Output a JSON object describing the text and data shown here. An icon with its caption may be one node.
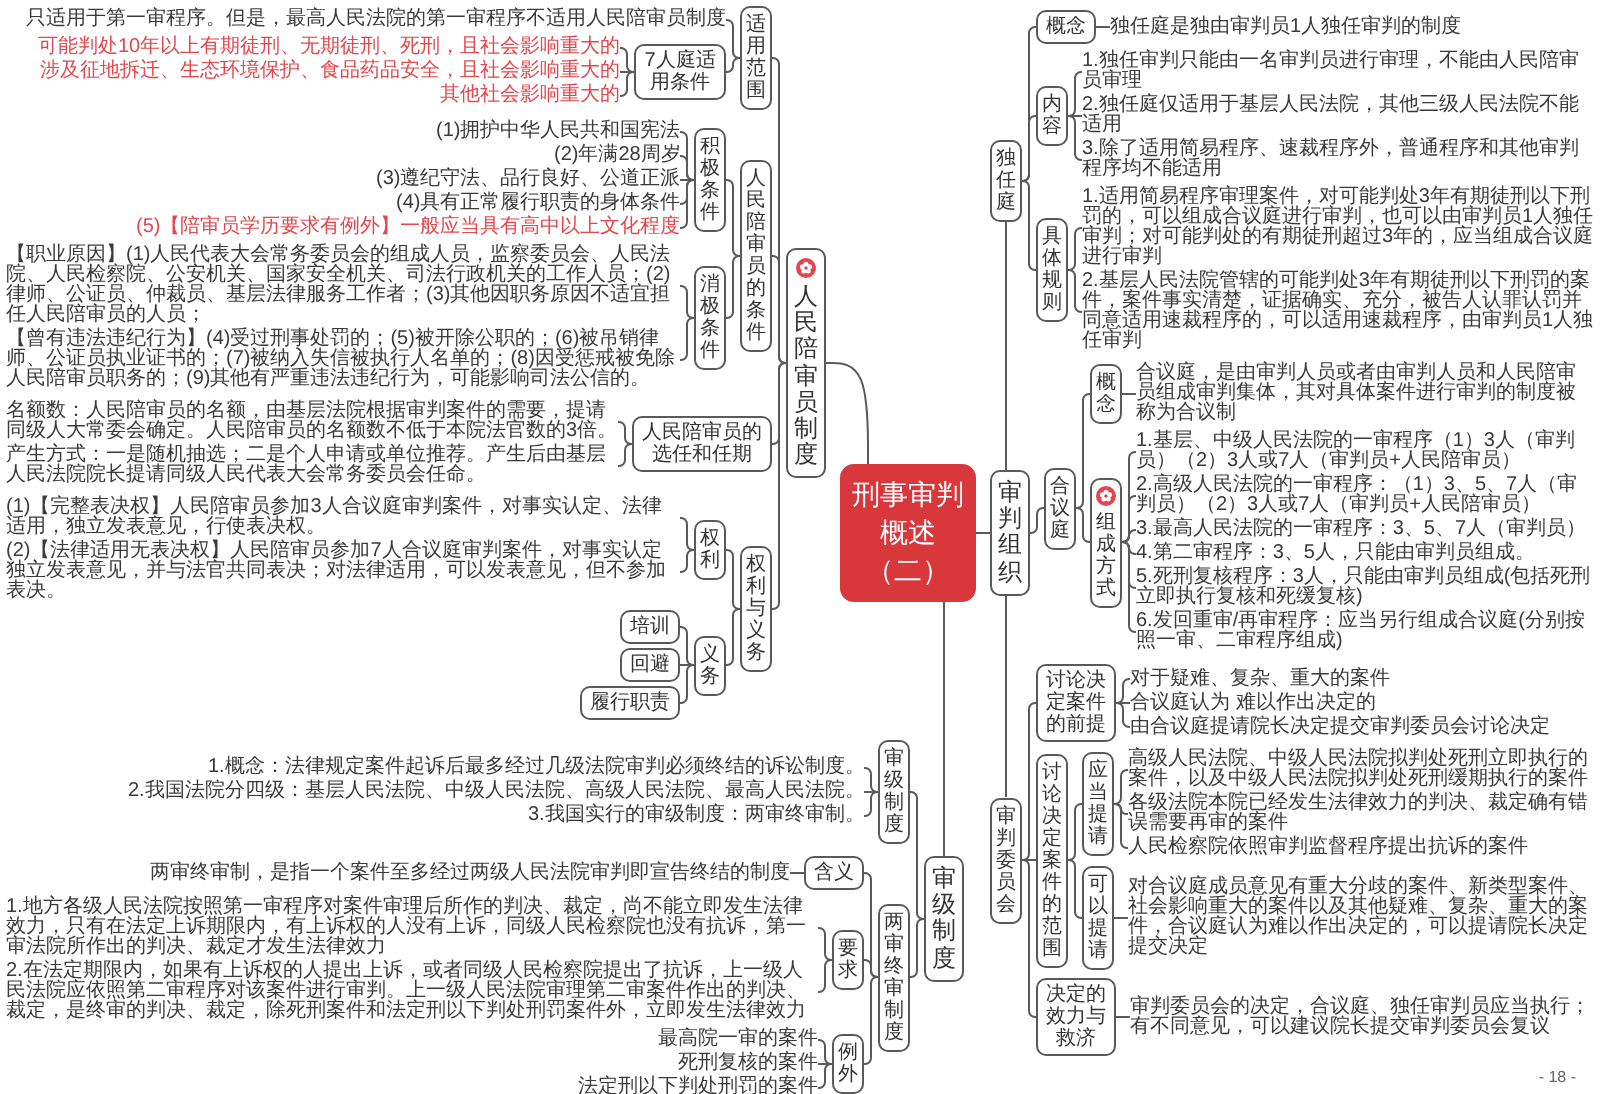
{
  "diagram": {
    "nodes": [
      {
        "text": [
          "刑事审判概述（二）"
        ]
      },
      {
        "text": [
          "人民陪审员制度"
        ]
      },
      {
        "text": [
          "适用范围"
        ]
      },
      {
        "text": [
          "只适用于第一审程序。但是，最高人民法院的第一审程序不适用人民陪审员制度"
        ]
      },
      {
        "text": [
          "7人庭适用条件"
        ]
      },
      {
        "text": [
          "可能判处10年以上有期徒刑、无期徒刑、死刑，且社会影响重大的"
        ]
      },
      {
        "text": [
          "涉及征地拆迁、生态环境保护、食品药品安全，且社会影响重大的"
        ]
      },
      {
        "text": [
          "其他社会影响重大的"
        ]
      },
      {
        "text": [
          "人民陪审员的条件"
        ]
      },
      {
        "text": [
          "积极条件"
        ]
      },
      {
        "text": [
          "(1)拥护中华人民共和国宪法"
        ]
      },
      {
        "text": [
          "(2)年满28周岁"
        ]
      },
      {
        "text": [
          "(3)遵纪守法、品行良好、公道正派"
        ]
      },
      {
        "text": [
          "(4)具有正常履行职责的身体条件"
        ]
      },
      {
        "text": [
          "(5)【陪审员学历要求有例外】一般应当具有高中以上文化程度"
        ]
      },
      {
        "text": [
          "消极条件"
        ]
      },
      {
        "text": [
          "【职业原因】(1)人民代表大会常务委员会的组成人员，监察委员会、人民法院、人民检察院、公安机关、国家安全机关、司法行政机关的工作人员；(2)律师、公证员、仲裁员、基层法律服务工作者；(3)其他因职务原因不适宜担任人民陪审员的人员；"
        ]
      },
      {
        "text": [
          "【曾有违法违纪行为】(4)受过刑事处罚的；(5)被开除公职的；(6)被吊销律师、公证员执业证书的；(7)被纳入失信被执行人名单的；(8)因受惩戒被免除人民陪审员职务的；(9)其他有严重违法违纪行为，可能影响司法公信的。"
        ]
      },
      {
        "text": [
          "人民陪审员的选任和任期"
        ]
      },
      {
        "text": [
          "名额数：人民陪审员的名额，由基层法院根据审判案件的需要，提请同级人大常委会确定。人民陪审员的名额数不低于本院法官数的3倍。"
        ]
      },
      {
        "text": [
          "产生方式：一是随机抽选；二是个人申请或单位推荐。产生后由基层人民法院院长提请同级人民代表大会常务委员会任命。"
        ]
      },
      {
        "text": [
          "权利与义务"
        ]
      },
      {
        "text": [
          "权利"
        ]
      },
      {
        "text": [
          "(1)【完整表决权】人民陪审员参加3人合议庭审判案件，对事实认定、法律适用，独立发表意见，行使表决权。"
        ]
      },
      {
        "text": [
          "(2)【法律适用无表决权】人民陪审员参加7人合议庭审判案件，对事实认定独立发表意见，并与法官共同表决；对法律适用，可以发表意见，但不参加表决。"
        ]
      },
      {
        "text": [
          "义务"
        ]
      },
      {
        "text": [
          "培训"
        ]
      },
      {
        "text": [
          "回避"
        ]
      },
      {
        "text": [
          "履行职责"
        ]
      },
      {
        "text": [
          "审级制度"
        ]
      },
      {
        "text": [
          "审级制度"
        ]
      },
      {
        "text": [
          "1.概念：法律规定案件起诉后最多经过几级法院审判必须终结的诉讼制度。"
        ]
      },
      {
        "text": [
          "2.我国法院分四级：基层人民法院、中级人民法院、高级人民法院、最高人民法院。"
        ]
      },
      {
        "text": [
          "3.我国实行的审级制度：两审终审制。"
        ]
      },
      {
        "text": [
          "两审终审制度"
        ]
      },
      {
        "text": [
          "含义"
        ]
      },
      {
        "text": [
          "两审终审制，是指一个案件至多经过两级人民法院审判即宣告终结的制度"
        ]
      },
      {
        "text": [
          "要求"
        ]
      },
      {
        "text": [
          "1.地方各级人民法院按照第一审程序对案件审理后所作的判决、裁定，尚不能立即发生法律效力，只有在法定上诉期限内，有上诉权的人没有上诉，同级人民检察院也没有抗诉，第一审法院所作出的判决、裁定才发生法律效力"
        ]
      },
      {
        "text": [
          "2.在法定期限内，如果有上诉权的人提出上诉，或者同级人民检察院提出了抗诉，上一级人民法院应依照第二审程序对该案件进行审判。上一级人民法院审理第二审案件作出的判决、裁定，是终审的判决、裁定，除死刑案件和法定刑以下判处刑罚案件外，立即发生法律效力"
        ]
      },
      {
        "text": [
          "例外"
        ]
      },
      {
        "text": [
          "最高院一审的案件"
        ]
      },
      {
        "text": [
          "死刑复核的案件"
        ]
      },
      {
        "text": [
          "法定刑以下判处刑罚的案件"
        ]
      },
      {
        "text": [
          "审判组织"
        ]
      },
      {
        "text": [
          "独任庭"
        ]
      },
      {
        "text": [
          "概念"
        ]
      },
      {
        "text": [
          "独任庭是独由审判员1人独任审判的制度"
        ]
      },
      {
        "text": [
          "内容"
        ]
      },
      {
        "text": [
          "1.独任审判只能由一名审判员进行审理，不能由人民陪审员审理"
        ]
      },
      {
        "text": [
          "2.独任庭仅适用于基层人民法院，其他三级人民法院不能适用"
        ]
      },
      {
        "text": [
          "3.除了适用简易程序、速裁程序外，普通程序和其他审判程序均不能适用"
        ]
      },
      {
        "text": [
          "具体规则"
        ]
      },
      {
        "text": [
          "1.适用简易程序审理案件，对可能判处3年有期徒刑以下刑罚的，可以组成合议庭进行审判，也可以由审判员1人独任审判；对可能判处的有期徒刑超过3年的，应当组成合议庭进行审判"
        ]
      },
      {
        "text": [
          "2.基层人民法院管辖的可能判处3年有期徒刑以下刑罚的案件，案件事实清楚，证据确实、充分，被告人认罪认罚并同意适用速裁程序的，可以适用速裁程序，由审判员1人独任审判"
        ]
      },
      {
        "text": [
          "合议庭"
        ]
      },
      {
        "text": [
          "概念"
        ]
      },
      {
        "text": [
          "合议庭，是由审判人员或者由审判人员和人民陪审员组成审判集体，其对具体案件进行审判的制度被称为合议制"
        ]
      },
      {
        "text": [
          "组成方式"
        ]
      },
      {
        "text": [
          "1.基层、中级人民法院的一审程序（1）3人（审判员）（2）3人或7人（审判员+人民陪审员）"
        ]
      },
      {
        "text": [
          "2.高级人民法院的一审程序：（1）3、5、7人（审判员）（2）3人或7人（审判员+人民陪审员）"
        ]
      },
      {
        "text": [
          "3.最高人民法院的一审程序：3、5、7人（审判员）"
        ]
      },
      {
        "text": [
          "4.第二审程序：3、5人，只能由审判员组成。"
        ]
      },
      {
        "text": [
          "5.死刑复核程序：3人，只能由审判员组成(包括死刑立即执行复核和死缓复核)"
        ]
      },
      {
        "text": [
          "6.发回重审/再审程序：应当另行组成合议庭(分别按照一审、二审程序组成)"
        ]
      },
      {
        "text": [
          "审判委员会"
        ]
      },
      {
        "text": [
          "讨论决定案件的前提"
        ]
      },
      {
        "text": [
          "对于疑难、复杂、重大的案件"
        ]
      },
      {
        "text": [
          "合议庭认为 难以作出决定的"
        ]
      },
      {
        "text": [
          "由合议庭提请院长决定提交审判委员会讨论决定"
        ]
      },
      {
        "text": [
          "讨论决定案件的范围"
        ]
      },
      {
        "text": [
          "应当提请"
        ]
      },
      {
        "text": [
          "高级人民法院、中级人民法院拟判处死刑立即执行的案件，以及中级人民法院拟判处死刑缓期执行的案件"
        ]
      },
      {
        "text": [
          "各级法院本院已经发生法律效力的判决、裁定确有错误需要再审的案件"
        ]
      },
      {
        "text": [
          "人民检察院依照审判监督程序提出抗诉的案件"
        ]
      },
      {
        "text": [
          "可以提请"
        ]
      },
      {
        "text": [
          "对合议庭成员意见有重大分歧的案件、新类型案件、社会影响重大的案件以及其他疑难、复杂、重大的案件，合议庭认为难以作出决定的，可以提请院长决定提交决定"
        ]
      },
      {
        "text": [
          "决定的效力与救济"
        ]
      },
      {
        "text": [
          "审判委员会的决定，合议庭、独任审判员应当执行；有不同意见，可以建议院长提交审判委员会复议"
        ]
      }
    ],
    "edges": [
      {
        "from": 0,
        "to": 1,
        "arrow": "none"
      },
      {
        "from": 1,
        "to": 2,
        "arrow": "none"
      },
      {
        "from": 2,
        "to": 3,
        "arrow": "none"
      },
      {
        "from": 2,
        "to": 4,
        "arrow": "none"
      },
      {
        "from": 4,
        "to": 5,
        "arrow": "none"
      },
      {
        "from": 4,
        "to": 6,
        "arrow": "none"
      },
      {
        "from": 4,
        "to": 7,
        "arrow": "none"
      },
      {
        "from": 1,
        "to": 8,
        "arrow": "none"
      },
      {
        "from": 8,
        "to": 9,
        "arrow": "none"
      },
      {
        "from": 9,
        "to": 10,
        "arrow": "none"
      },
      {
        "from": 9,
        "to": 11,
        "arrow": "none"
      },
      {
        "from": 9,
        "to": 12,
        "arrow": "none"
      },
      {
        "from": 9,
        "to": 13,
        "arrow": "none"
      },
      {
        "from": 9,
        "to": 14,
        "arrow": "none"
      },
      {
        "from": 8,
        "to": 15,
        "arrow": "none"
      },
      {
        "from": 15,
        "to": 16,
        "arrow": "none"
      },
      {
        "from": 15,
        "to": 17,
        "arrow": "none"
      },
      {
        "from": 1,
        "to": 18,
        "arrow": "none"
      },
      {
        "from": 18,
        "to": 19,
        "arrow": "none"
      },
      {
        "from": 18,
        "to": 20,
        "arrow": "none"
      },
      {
        "from": 1,
        "to": 21,
        "arrow": "none"
      },
      {
        "from": 21,
        "to": 22,
        "arrow": "none"
      },
      {
        "from": 22,
        "to": 23,
        "arrow": "none"
      },
      {
        "from": 22,
        "to": 24,
        "arrow": "none"
      },
      {
        "from": 21,
        "to": 25,
        "arrow": "none"
      },
      {
        "from": 25,
        "to": 26,
        "arrow": "none"
      },
      {
        "from": 25,
        "to": 27,
        "arrow": "none"
      },
      {
        "from": 25,
        "to": 28,
        "arrow": "none"
      },
      {
        "from": 0,
        "to": 29,
        "arrow": "none"
      },
      {
        "from": 29,
        "to": 30,
        "arrow": "none"
      },
      {
        "from": 30,
        "to": 31,
        "arrow": "none"
      },
      {
        "from": 30,
        "to": 32,
        "arrow": "none"
      },
      {
        "from": 30,
        "to": 33,
        "arrow": "none"
      },
      {
        "from": 29,
        "to": 34,
        "arrow": "none"
      },
      {
        "from": 34,
        "to": 35,
        "arrow": "none"
      },
      {
        "from": 35,
        "to": 36,
        "arrow": "none"
      },
      {
        "from": 34,
        "to": 37,
        "arrow": "none"
      },
      {
        "from": 37,
        "to": 38,
        "arrow": "none"
      },
      {
        "from": 37,
        "to": 39,
        "arrow": "none"
      },
      {
        "from": 34,
        "to": 40,
        "arrow": "none"
      },
      {
        "from": 40,
        "to": 41,
        "arrow": "none"
      },
      {
        "from": 40,
        "to": 42,
        "arrow": "none"
      },
      {
        "from": 40,
        "to": 43,
        "arrow": "none"
      },
      {
        "from": 0,
        "to": 44,
        "arrow": "none"
      },
      {
        "from": 44,
        "to": 45,
        "arrow": "none"
      },
      {
        "from": 45,
        "to": 46,
        "arrow": "none"
      },
      {
        "from": 46,
        "to": 47,
        "arrow": "none"
      },
      {
        "from": 45,
        "to": 48,
        "arrow": "none"
      },
      {
        "from": 48,
        "to": 49,
        "arrow": "none"
      },
      {
        "from": 48,
        "to": 50,
        "arrow": "none"
      },
      {
        "from": 48,
        "to": 51,
        "arrow": "none"
      },
      {
        "from": 45,
        "to": 52,
        "arrow": "none"
      },
      {
        "from": 52,
        "to": 53,
        "arrow": "none"
      },
      {
        "from": 52,
        "to": 54,
        "arrow": "none"
      },
      {
        "from": 44,
        "to": 55,
        "arrow": "none"
      },
      {
        "from": 55,
        "to": 56,
        "arrow": "none"
      },
      {
        "from": 56,
        "to": 57,
        "arrow": "none"
      },
      {
        "from": 55,
        "to": 58,
        "arrow": "none"
      },
      {
        "from": 58,
        "to": 59,
        "arrow": "none"
      },
      {
        "from": 58,
        "to": 60,
        "arrow": "none"
      },
      {
        "from": 58,
        "to": 61,
        "arrow": "none"
      },
      {
        "from": 58,
        "to": 62,
        "arrow": "none"
      },
      {
        "from": 58,
        "to": 63,
        "arrow": "none"
      },
      {
        "from": 58,
        "to": 64,
        "arrow": "none"
      },
      {
        "from": 44,
        "to": 65,
        "arrow": "none"
      },
      {
        "from": 65,
        "to": 66,
        "arrow": "none"
      },
      {
        "from": 66,
        "to": 67,
        "arrow": "none"
      },
      {
        "from": 66,
        "to": 68,
        "arrow": "none"
      },
      {
        "from": 66,
        "to": 69,
        "arrow": "none"
      },
      {
        "from": 65,
        "to": 70,
        "arrow": "none"
      },
      {
        "from": 70,
        "to": 71,
        "arrow": "none"
      },
      {
        "from": 71,
        "to": 72,
        "arrow": "none"
      },
      {
        "from": 71,
        "to": 73,
        "arrow": "none"
      },
      {
        "from": 71,
        "to": 74,
        "arrow": "none"
      },
      {
        "from": 70,
        "to": 75,
        "arrow": "none"
      },
      {
        "from": 75,
        "to": 76,
        "arrow": "none"
      },
      {
        "from": 65,
        "to": 77,
        "arrow": "none"
      },
      {
        "from": 77,
        "to": 78,
        "arrow": "none"
      }
    ],
    "labels": [
      "- 18 -"
    ]
  }
}
